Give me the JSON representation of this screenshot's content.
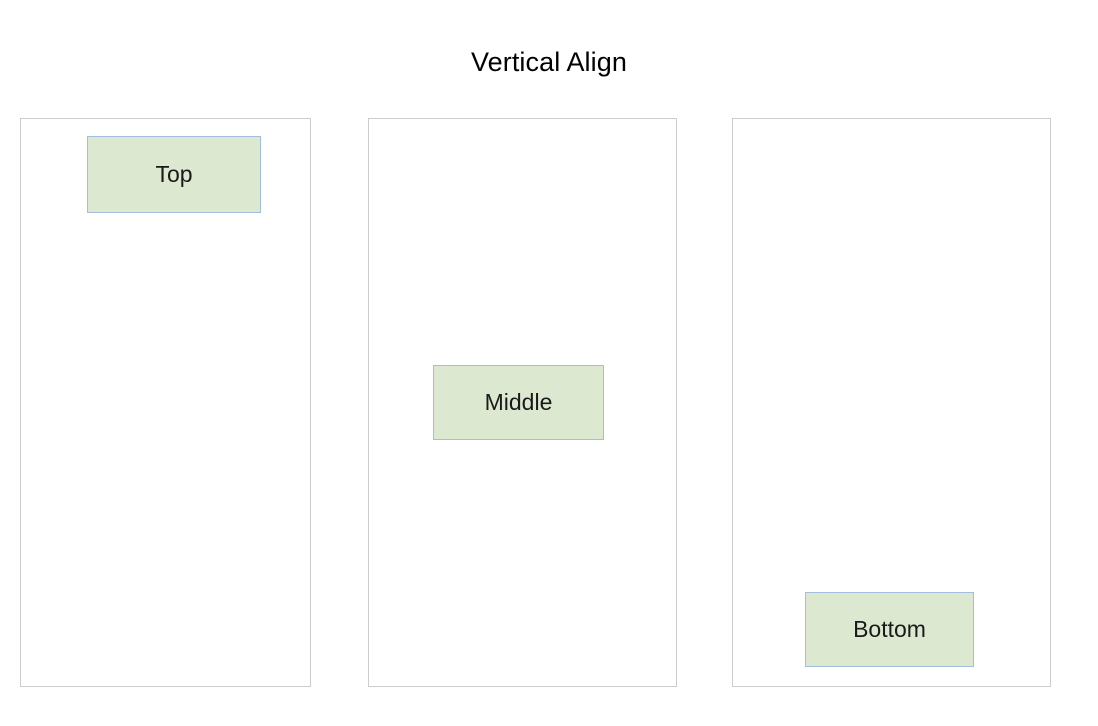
{
  "page": {
    "title": "Vertical Align",
    "background_color": "#ffffff"
  },
  "theme": {
    "box_fill": "#dde8d0",
    "box_border": "#a3bddf",
    "column_border": "#cccccc",
    "text_color": "#000000"
  },
  "columns": [
    {
      "id": "top",
      "alignment": "top",
      "box": {
        "label": "Top"
      }
    },
    {
      "id": "middle",
      "alignment": "middle",
      "box": {
        "label": "Middle"
      }
    },
    {
      "id": "bottom",
      "alignment": "bottom",
      "box": {
        "label": "Bottom"
      }
    }
  ]
}
